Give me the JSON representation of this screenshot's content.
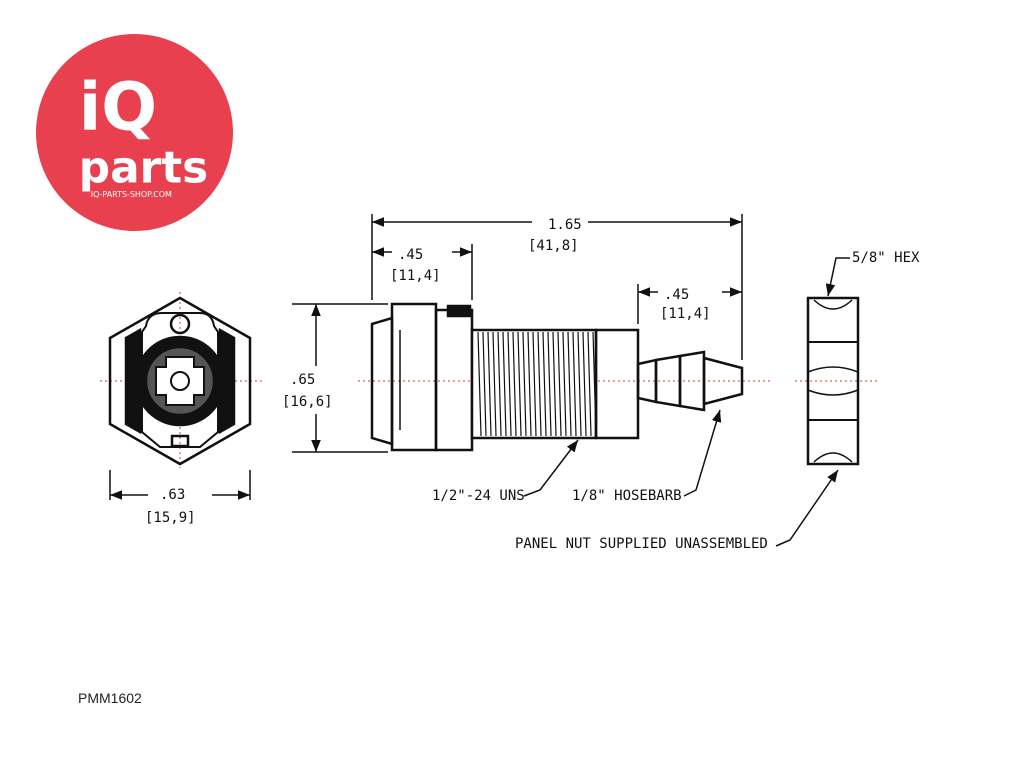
{
  "logo": {
    "line1": "iQ",
    "line2": "parts",
    "url": "IQ-PARTS-SHOP.COM",
    "color": "#e8404e"
  },
  "dimensions": {
    "overall_length": {
      "inch": "1.65",
      "mm": "[41,8]"
    },
    "body_length": {
      "inch": ".45",
      "mm": "[11,4]"
    },
    "barb_length": {
      "inch": ".45",
      "mm": "[11,4]"
    },
    "height": {
      "inch": ".65",
      "mm": "[16,6]"
    },
    "end_width": {
      "inch": ".63",
      "mm": "[15,9]"
    }
  },
  "callouts": {
    "thread": "1/2\"-24 UNS",
    "hosebarb": "1/8\" HOSEBARB",
    "nut": "PANEL NUT SUPPLIED UNASSEMBLED",
    "hex": "5/8\" HEX"
  },
  "part_code": "PMM1602",
  "centerline_color": "#e03030"
}
